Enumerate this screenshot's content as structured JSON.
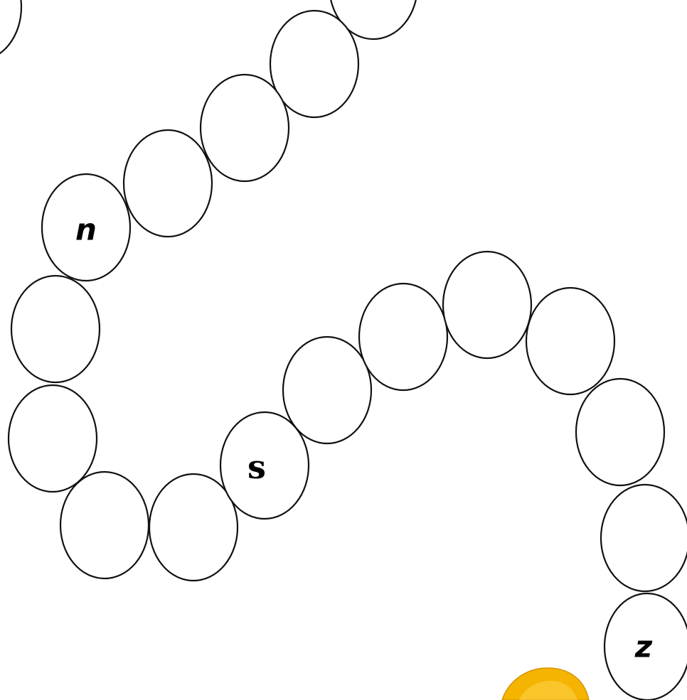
{
  "worksheet": {
    "labels": {
      "n": "n",
      "s": "s",
      "z": "z"
    },
    "colors": {
      "background": "#ffffff",
      "outline": "#111111",
      "text": "#000000",
      "accent": "#f4b400"
    },
    "decorations": {
      "bottom_right": "yellow-blob"
    }
  }
}
